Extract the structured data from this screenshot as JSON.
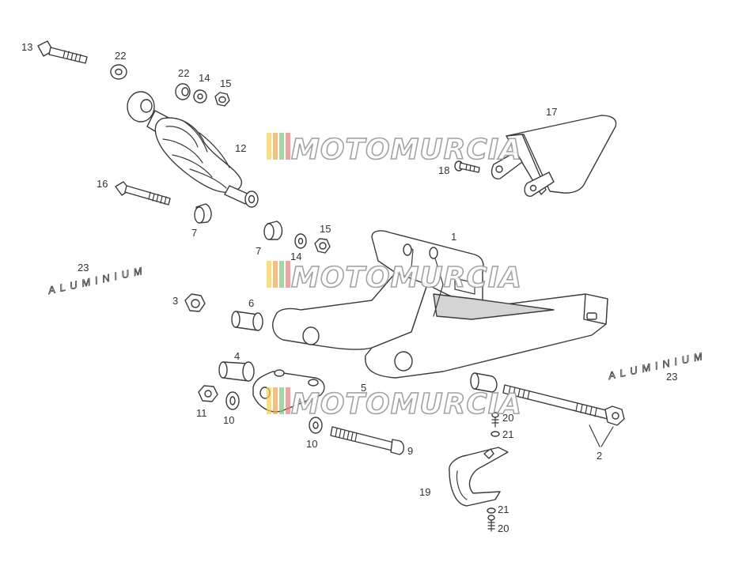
{
  "diagram": {
    "callouts": {
      "c1": "1",
      "c2": "2",
      "c3": "3",
      "c4": "4",
      "c5": "5",
      "c6": "6",
      "c7a": "7",
      "c7b": "7",
      "c9": "9",
      "c10a": "10",
      "c10b": "10",
      "c11": "11",
      "c12": "12",
      "c13": "13",
      "c14a": "14",
      "c14b": "14",
      "c15a": "15",
      "c15b": "15",
      "c16": "16",
      "c17": "17",
      "c18": "18",
      "c19": "19",
      "c20a": "20",
      "c20b": "20",
      "c21a": "21",
      "c21b": "21",
      "c22a": "22",
      "c22b": "22",
      "c23a": "23",
      "c23b": "23"
    },
    "decals": {
      "left": "ALUMINIUM",
      "right": "ALUMINIUM"
    }
  },
  "watermark": {
    "text": "MOTOMURCIA",
    "colors": [
      "#f6d24a",
      "#f2a34b",
      "#7cc47c",
      "#e87b7b"
    ]
  }
}
